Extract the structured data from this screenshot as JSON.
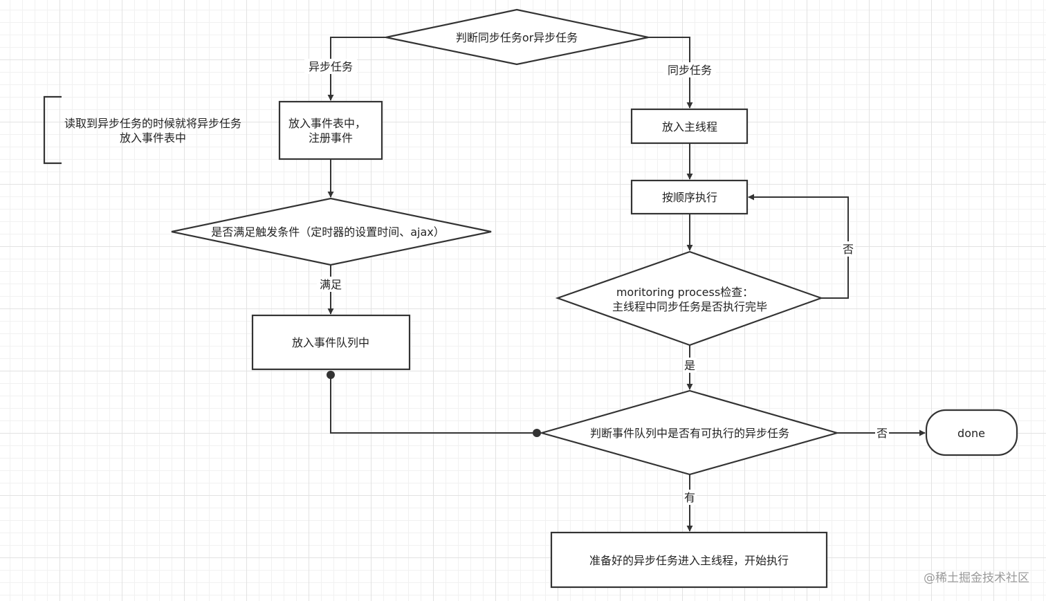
{
  "nodes": {
    "decide_sync_async": "判断同步任务or异步任务",
    "register_event": [
      "放入事件表中，",
      "注册事件"
    ],
    "main_thread": "放入主线程",
    "execute_in_order": "按顺序执行",
    "trigger_condition": "是否满足触发条件（定时器的设置时间、ajax）",
    "monitoring_check": [
      "moritoring process检查：",
      "主线程中同步任务是否执行完毕"
    ],
    "event_queue": "放入事件队列中",
    "check_queue": "判断事件队列中是否有可执行的异步任务",
    "done": "done",
    "enter_main_thread": "准备好的异步任务进入主线程，开始执行"
  },
  "annotation": [
    "读取到异步任务的时候就将异步任务",
    "放入事件表中"
  ],
  "edge_labels": {
    "async_task": "异步任务",
    "sync_task": "同步任务",
    "satisfied": "满足",
    "no_loop": "否",
    "yes": "是",
    "no_done": "否",
    "has": "有"
  },
  "watermark": "@稀土掘金技术社区"
}
